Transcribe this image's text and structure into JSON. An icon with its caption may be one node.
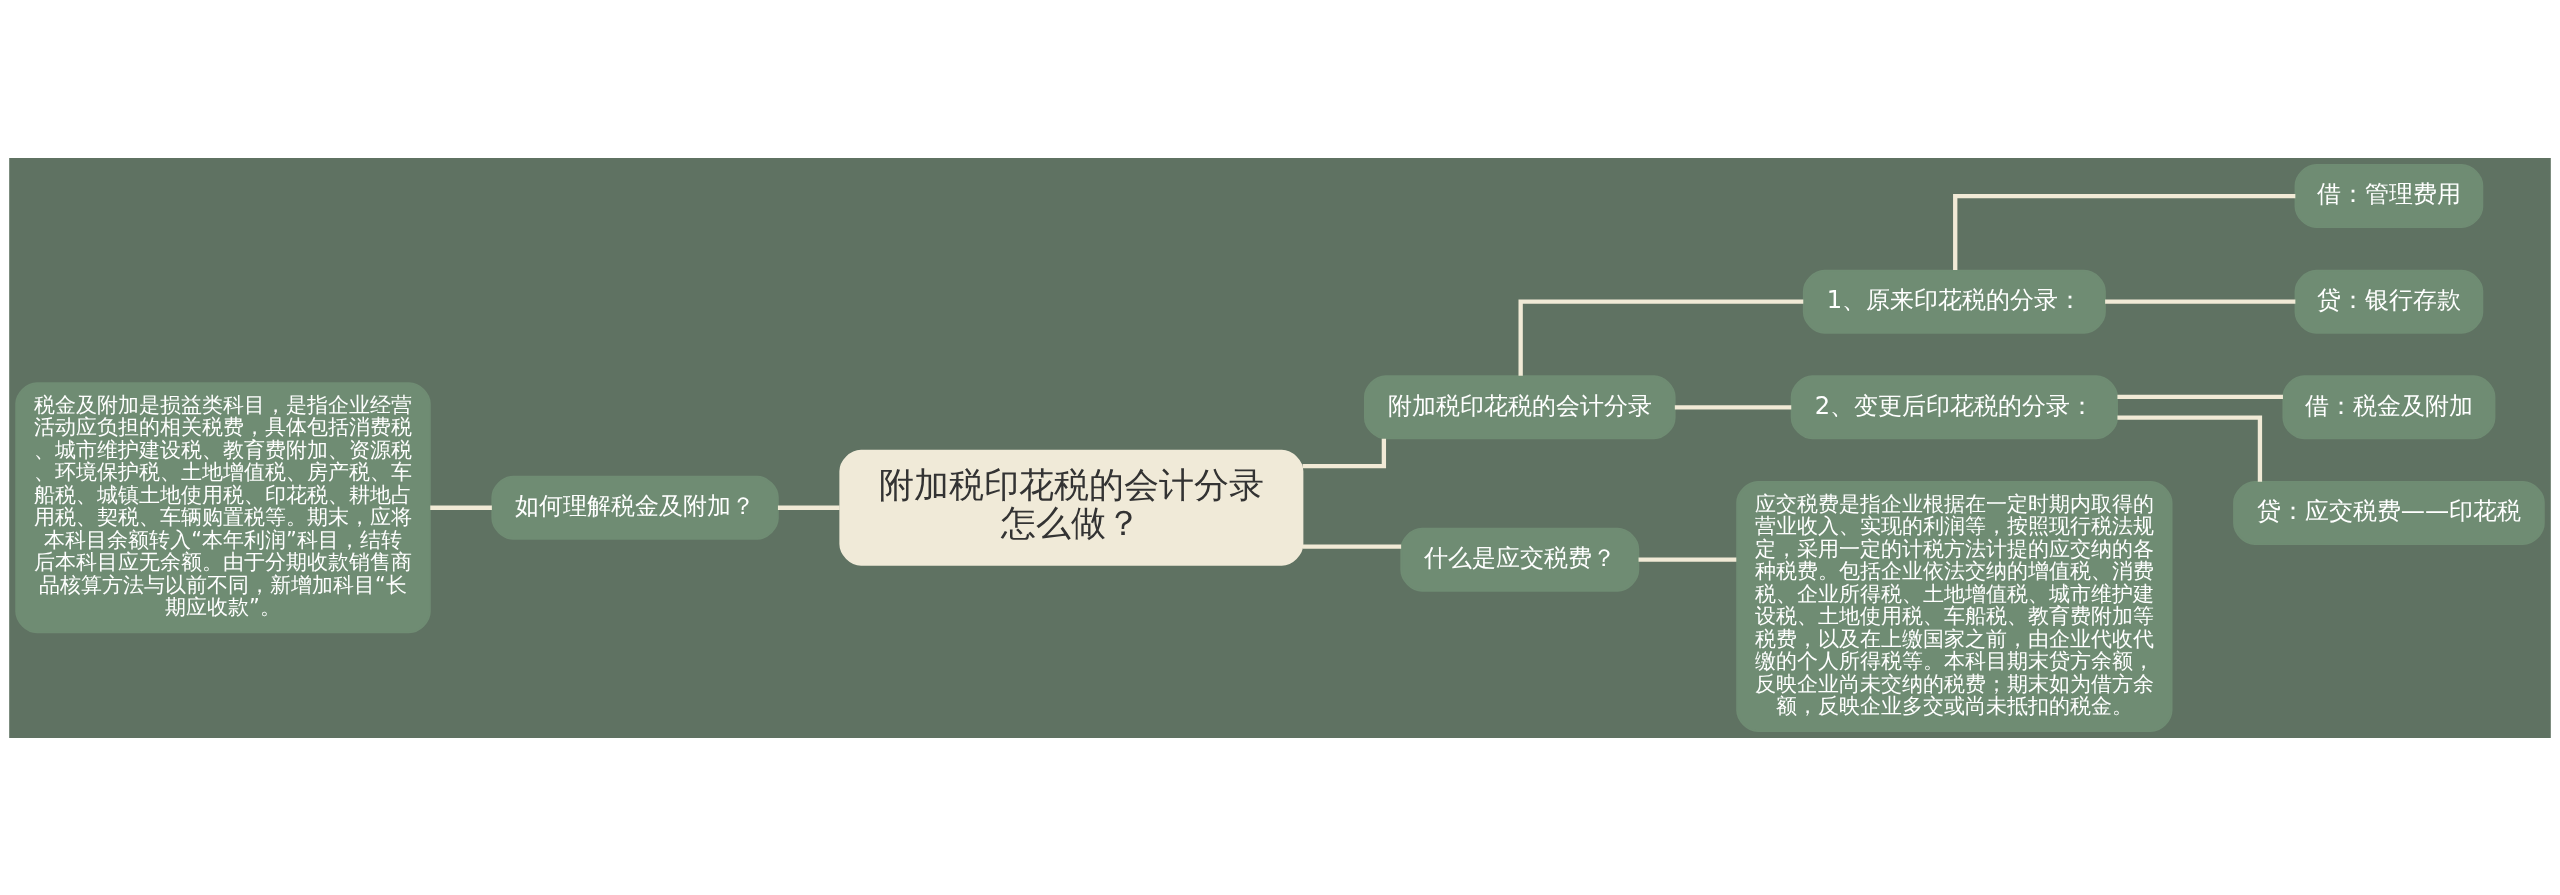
{
  "diagram": {
    "nodes": [
      {
        "text": [
          "附加税印花税的会计分录怎么做？"
        ]
      },
      {
        "text": [
          "如何理解税金及附加？"
        ]
      },
      {
        "text": [
          "税金及附加是损益类科目，是指企业经营活动应负担的相关税费，具体包括消费税、城市维护建设税、教育费附加、资源税、环境保护税、土地增值税、房产税、车船税、城镇土地使用税、印花税、耕地占用税、契税、车辆购置税等。期末，应将本科目余额转入“本年利润”科目，结转后本科目应无余额。由于分期收款销售商品核算方法与以前不同，新增加科目“长期应收款”。"
        ]
      },
      {
        "text": [
          "附加税印花税的会计分录"
        ]
      },
      {
        "text": [
          "1、原来印花税的分录："
        ]
      },
      {
        "text": [
          "借：管理费用"
        ]
      },
      {
        "text": [
          "贷：银行存款"
        ]
      },
      {
        "text": [
          "2、变更后印花税的分录："
        ]
      },
      {
        "text": [
          "借：税金及附加"
        ]
      },
      {
        "text": [
          "贷：应交税费——印花税"
        ]
      },
      {
        "text": [
          "什么是应交税费？"
        ]
      },
      {
        "text": [
          "应交税费是指企业根据在一定时期内取得的营业收入、实现的利润等，按照现行税法规定，采用一定的计税方法计提的应交纳的各种税费。包括企业依法交纳的增值税、消费税、企业所得税、土地增值税、城市维护建设税、土地使用税、车船税、教育费附加等税费，以及在上缴国家之前，由企业代收代缴的个人所得税等。本科目期末贷方余额，反映企业尚未交纳的税费；期末如为借方余额，反映企业多交或尚未抵扣的税金。"
        ]
      }
    ],
    "edges": [
      {
        "from": 0,
        "to": 1,
        "arrow": "none"
      },
      {
        "from": 1,
        "to": 2,
        "arrow": "none"
      },
      {
        "from": 0,
        "to": 3,
        "arrow": "none"
      },
      {
        "from": 3,
        "to": 4,
        "arrow": "none"
      },
      {
        "from": 4,
        "to": 5,
        "arrow": "none"
      },
      {
        "from": 4,
        "to": 6,
        "arrow": "none"
      },
      {
        "from": 3,
        "to": 7,
        "arrow": "none"
      },
      {
        "from": 7,
        "to": 8,
        "arrow": "none"
      },
      {
        "from": 7,
        "to": 9,
        "arrow": "none"
      },
      {
        "from": 0,
        "to": 10,
        "arrow": "none"
      },
      {
        "from": 10,
        "to": 11,
        "arrow": "none"
      }
    ]
  }
}
